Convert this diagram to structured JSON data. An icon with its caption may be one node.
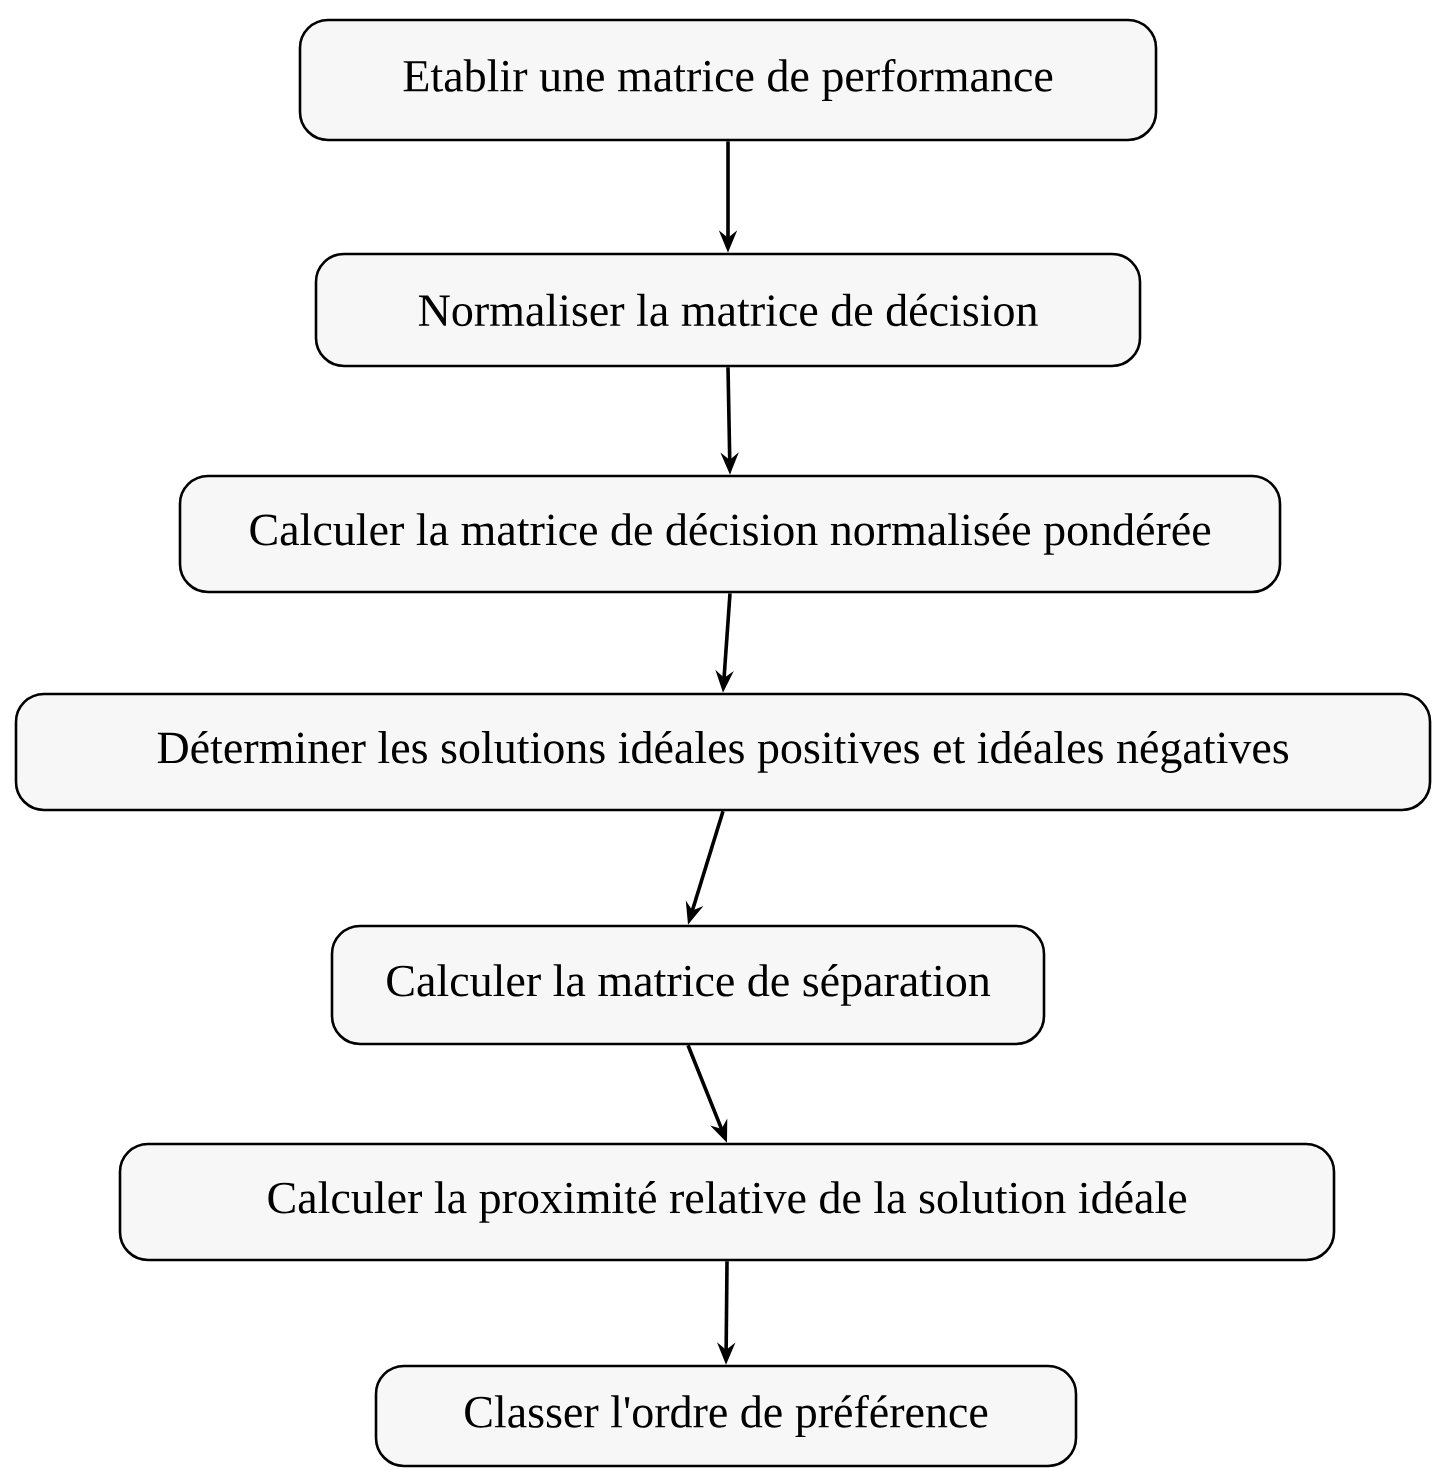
{
  "diagram": {
    "nodes": [
      {
        "text": [
          "Etablir une matrice de performance"
        ]
      },
      {
        "text": [
          "Normaliser la matrice de décision"
        ]
      },
      {
        "text": [
          "Calculer la matrice de décision normalisée pondérée"
        ]
      },
      {
        "text": [
          "Déterminer les solutions idéales positives et idéales négatives"
        ]
      },
      {
        "text": [
          "Calculer la matrice de séparation"
        ]
      },
      {
        "text": [
          "Calculer la proximité relative de la solution idéale"
        ]
      },
      {
        "text": [
          "Classer l'ordre de préférence"
        ]
      }
    ],
    "edges": [
      {
        "from": 0,
        "to": 1,
        "arrow": "to"
      },
      {
        "from": 1,
        "to": 2,
        "arrow": "to"
      },
      {
        "from": 2,
        "to": 3,
        "arrow": "to"
      },
      {
        "from": 3,
        "to": 4,
        "arrow": "to"
      },
      {
        "from": 4,
        "to": 5,
        "arrow": "to"
      },
      {
        "from": 5,
        "to": 6,
        "arrow": "to"
      }
    ]
  }
}
